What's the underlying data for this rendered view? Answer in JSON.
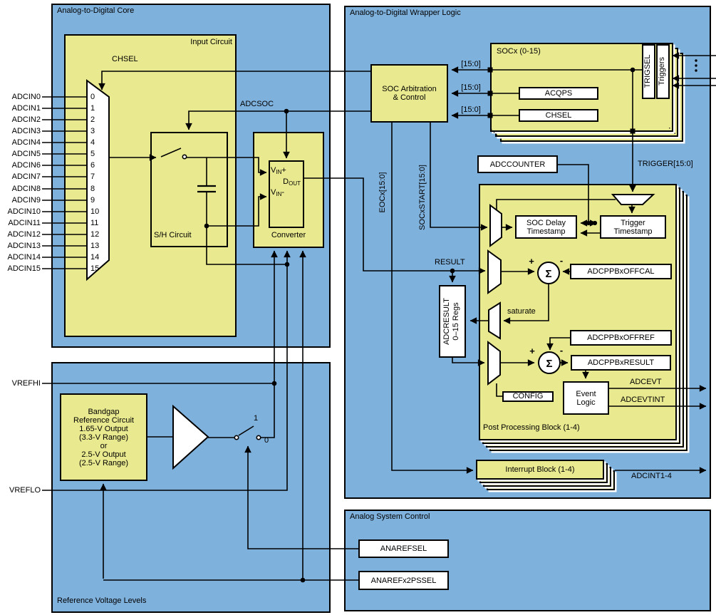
{
  "colors": {
    "blue": "#7fb1dd",
    "yellow": "#e9e98f",
    "white": "#ffffff",
    "line": "#000000"
  },
  "core": {
    "title": "Analog-to-Digital Core",
    "input_circuit_title": "Input Circuit",
    "chsel": "CHSEL",
    "adcsoc": "ADCSOC",
    "sh_circuit": "S/H Circuit",
    "converter": "Converter",
    "vin_plus": {
      "base": "V",
      "sub": "IN",
      "sign": "+"
    },
    "dout": {
      "base": "D",
      "sub": "OUT"
    },
    "vin_minus": {
      "base": "V",
      "sub": "IN",
      "sign": "-"
    },
    "channels": [
      {
        "pin": "ADCIN0",
        "ch": "0"
      },
      {
        "pin": "ADCIN1",
        "ch": "1"
      },
      {
        "pin": "ADCIN2",
        "ch": "2"
      },
      {
        "pin": "ADCIN3",
        "ch": "3"
      },
      {
        "pin": "ADCIN4",
        "ch": "4"
      },
      {
        "pin": "ADCIN5",
        "ch": "5"
      },
      {
        "pin": "ADCIN6",
        "ch": "6"
      },
      {
        "pin": "ADCIN7",
        "ch": "7"
      },
      {
        "pin": "ADCIN8",
        "ch": "8"
      },
      {
        "pin": "ADCIN9",
        "ch": "9"
      },
      {
        "pin": "ADCIN10",
        "ch": "10"
      },
      {
        "pin": "ADCIN11",
        "ch": "11"
      },
      {
        "pin": "ADCIN12",
        "ch": "12"
      },
      {
        "pin": "ADCIN13",
        "ch": "13"
      },
      {
        "pin": "ADCIN14",
        "ch": "14"
      },
      {
        "pin": "ADCIN15",
        "ch": "15"
      }
    ]
  },
  "reference": {
    "title": "Reference Voltage Levels",
    "vrefhi": "VREFHI",
    "vreflo": "VREFLO",
    "bandgap_lines": [
      "Bandgap",
      "Reference Circuit",
      "1.65-V Output",
      "(3.3-V Range)",
      "or",
      "2.5-V Output",
      "(2.5-V Range)"
    ],
    "switch_one": "1",
    "switch_zero": "0"
  },
  "wrapper": {
    "title": "Analog-to-Digital Wrapper Logic",
    "soc_arbitration": [
      "SOC Arbitration",
      "& Control"
    ],
    "eocx": "EOCx[15:0]",
    "socxstart": "SOCxSTART[15:0]",
    "bus_width": "[15:0]",
    "socx": {
      "title": "SOCx (0-15)",
      "acqps": "ACQPS",
      "chsel": "CHSEL",
      "trigsel": "TRIGSEL",
      "triggers": "Triggers",
      "stack_mark": "⋱"
    },
    "trigger_bus": "TRIGGER[15:0]",
    "adccounter": "ADCCOUNTER",
    "ppb": {
      "title": "Post Processing Block (1-4)",
      "soc_delay_ts": [
        "SOC Delay",
        "Timestamp"
      ],
      "trigger_ts": [
        "Trigger",
        "Timestamp"
      ],
      "result": "RESULT",
      "saturate": "saturate",
      "offcal": "ADCPPBxOFFCAL",
      "offref": "ADCPPBxOFFREF",
      "ppbresult": "ADCPPBxRESULT",
      "config": "CONFIG",
      "event_logic": [
        "Event",
        "Logic"
      ],
      "adcevt": "ADCEVT",
      "adcevtint": "ADCEVTINT",
      "sigma": "Σ",
      "plus": "+",
      "minus": "-",
      "adcresult_regs": [
        "ADCRESULT",
        "0–15 Regs"
      ]
    },
    "interrupt_block": "Interrupt Block (1-4)",
    "adcint": "ADCINT1-4"
  },
  "asc": {
    "title": "Analog System Control",
    "anarefsel": "ANAREFSEL",
    "anarefx2pssel": "ANAREFx2PSSEL"
  }
}
